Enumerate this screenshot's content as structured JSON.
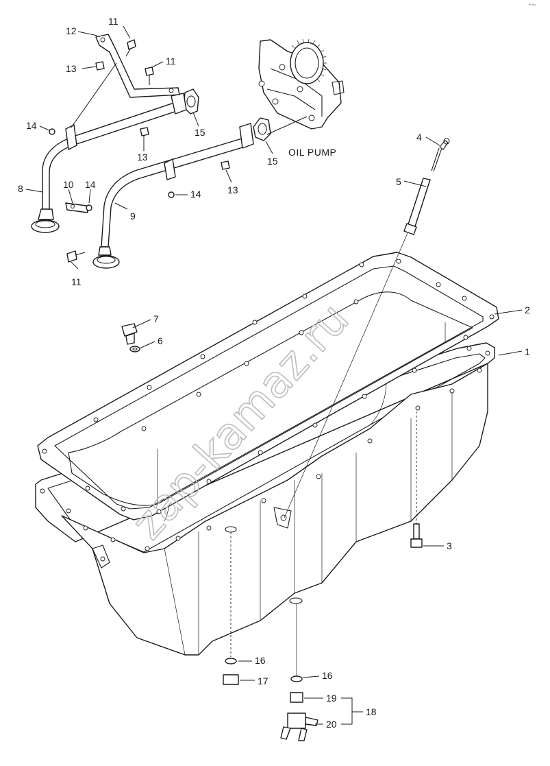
{
  "page_note": "ᵂ ᵃᵒᵉ",
  "watermark": "zap-kamaz.ru",
  "caption": "OIL PUMP",
  "callouts": [
    {
      "id": "c1",
      "text": "1"
    },
    {
      "id": "c2",
      "text": "2"
    },
    {
      "id": "c3",
      "text": "3"
    },
    {
      "id": "c4",
      "text": "4"
    },
    {
      "id": "c5",
      "text": "5"
    },
    {
      "id": "c6",
      "text": "6"
    },
    {
      "id": "c7",
      "text": "7"
    },
    {
      "id": "c8",
      "text": "8"
    },
    {
      "id": "c9",
      "text": "9"
    },
    {
      "id": "c10",
      "text": "10"
    },
    {
      "id": "c11a",
      "text": "11"
    },
    {
      "id": "c11b",
      "text": "11"
    },
    {
      "id": "c11c",
      "text": "11"
    },
    {
      "id": "c12",
      "text": "12"
    },
    {
      "id": "c13a",
      "text": "13"
    },
    {
      "id": "c13b",
      "text": "13"
    },
    {
      "id": "c13c",
      "text": "13"
    },
    {
      "id": "c14a",
      "text": "14"
    },
    {
      "id": "c14b",
      "text": "14"
    },
    {
      "id": "c14c",
      "text": "14"
    },
    {
      "id": "c15a",
      "text": "15"
    },
    {
      "id": "c15b",
      "text": "15"
    },
    {
      "id": "c16a",
      "text": "16"
    },
    {
      "id": "c16b",
      "text": "16"
    },
    {
      "id": "c17",
      "text": "17"
    },
    {
      "id": "c18",
      "text": "18"
    },
    {
      "id": "c19",
      "text": "19"
    },
    {
      "id": "c20",
      "text": "20"
    }
  ]
}
